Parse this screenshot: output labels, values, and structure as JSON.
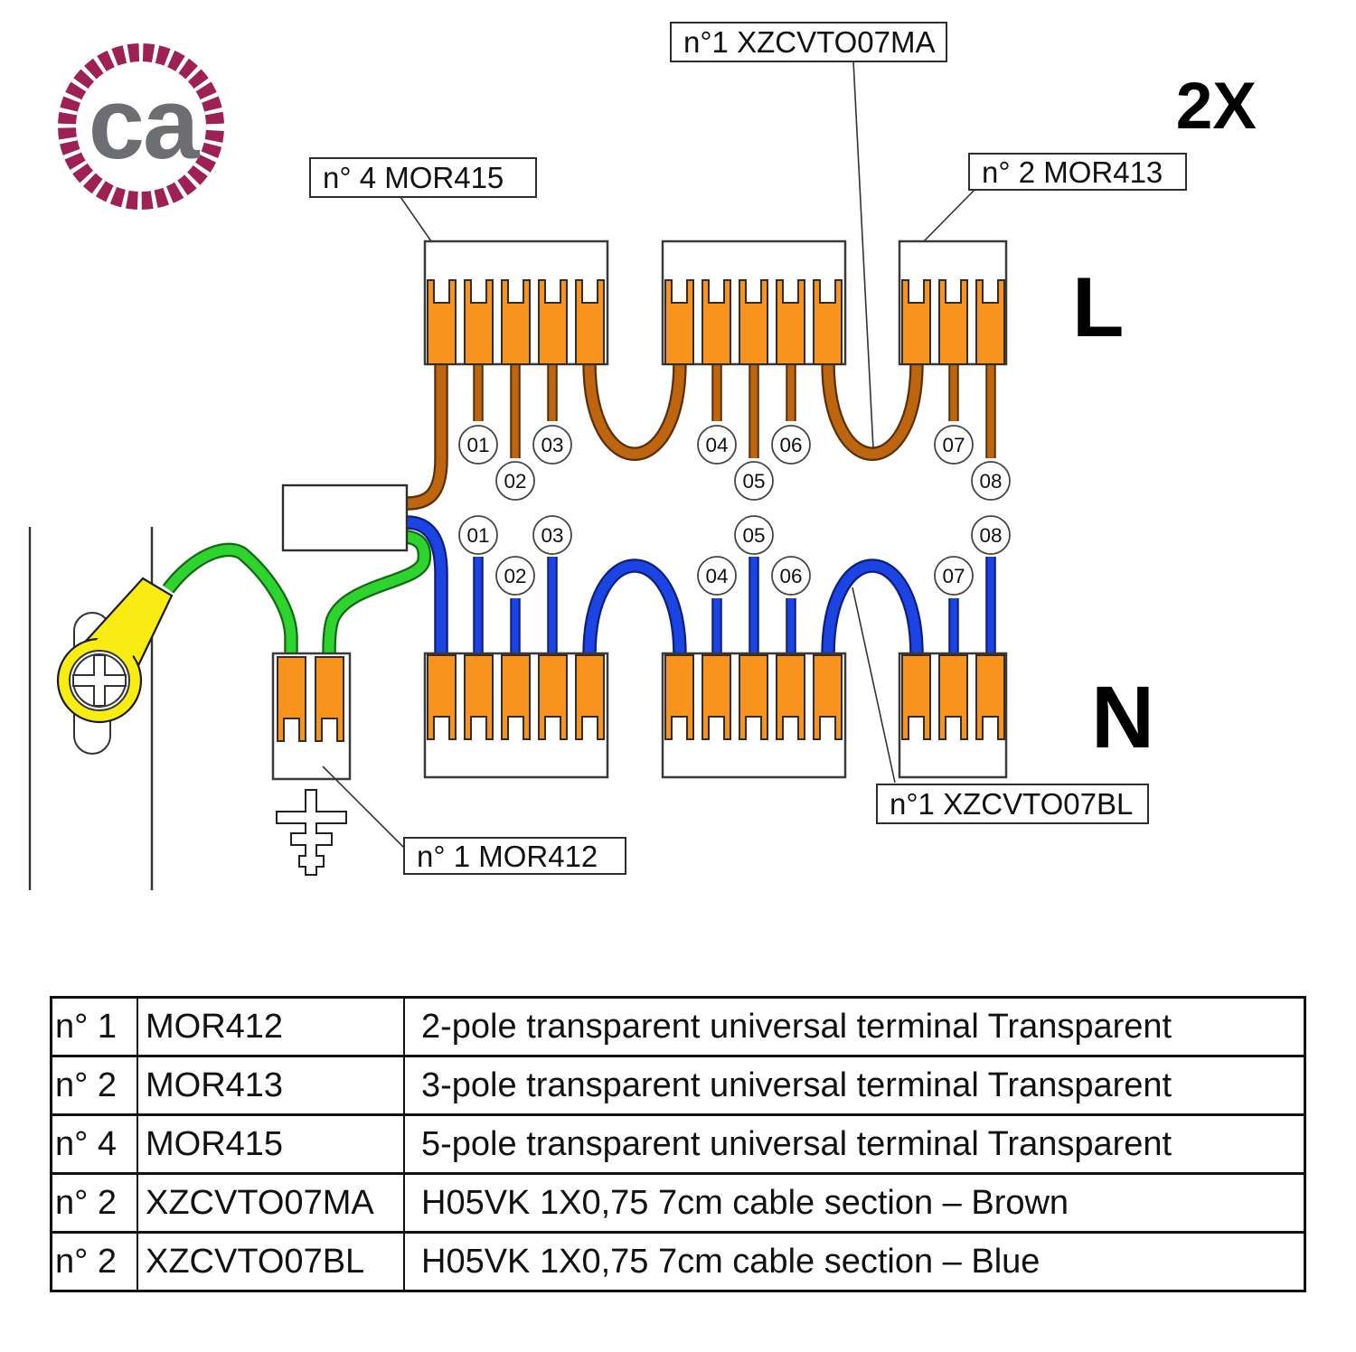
{
  "logo_text": "ca",
  "quantity_note": "2X",
  "bus_labels": {
    "live": "L",
    "neutral": "N"
  },
  "callouts": {
    "mor415": "n° 4 MOR415",
    "xzcvto07ma": "n°1 XZCVTO07MA",
    "mor413": "n° 2  MOR413",
    "mor412": "n° 1 MOR412",
    "xzcvto07bl": "n°1 XZCVTO07BL"
  },
  "wire_numbers": {
    "live": [
      "01",
      "02",
      "03",
      "04",
      "05",
      "06",
      "07",
      "08"
    ],
    "neutral": [
      "01",
      "02",
      "03",
      "04",
      "05",
      "06",
      "07",
      "08"
    ]
  },
  "colors": {
    "connector_orange": "#F8941E",
    "wire_brown": "#BD650F",
    "wire_blue": "#1C44E3",
    "wire_green": "#2FD32F",
    "earth_yellow": "#F8EC12",
    "logo_maroon": "#9E2155",
    "logo_text_gray": "#6D6E71"
  },
  "bom_table": {
    "rows": [
      {
        "qty": "n° 1",
        "code": "MOR412",
        "description": "2-pole transparent universal terminal Transparent"
      },
      {
        "qty": "n° 2",
        "code": "MOR413",
        "description": "3-pole transparent universal terminal Transparent"
      },
      {
        "qty": "n° 4",
        "code": "MOR415",
        "description": "5-pole transparent universal terminal Transparent"
      },
      {
        "qty": "n° 2",
        "code": "XZCVTO07MA",
        "description": "H05VK 1X0,75 7cm cable section – Brown"
      },
      {
        "qty": "n° 2",
        "code": "XZCVTO07BL",
        "description": "H05VK 1X0,75 7cm cable section – Blue"
      }
    ]
  }
}
